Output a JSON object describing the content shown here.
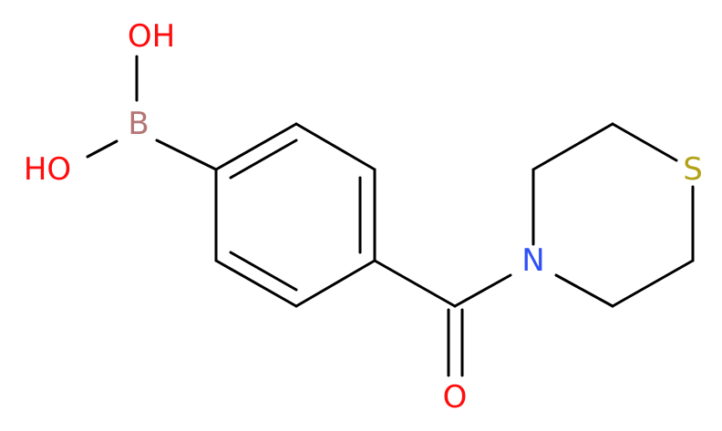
{
  "molecule": {
    "atoms": {
      "oh_top": {
        "label": "OH",
        "color": "#ff0d0d"
      },
      "oh_left": {
        "label": "HO",
        "color": "#ff0d0d"
      },
      "boron": {
        "label": "B",
        "color": "#b57575"
      },
      "sulfur": {
        "label": "S",
        "color": "#b2a115"
      },
      "nitrogen": {
        "label": "N",
        "color": "#3050f8"
      },
      "oxygen": {
        "label": "O",
        "color": "#ff0d0d"
      }
    },
    "bond_color": "#000000"
  }
}
